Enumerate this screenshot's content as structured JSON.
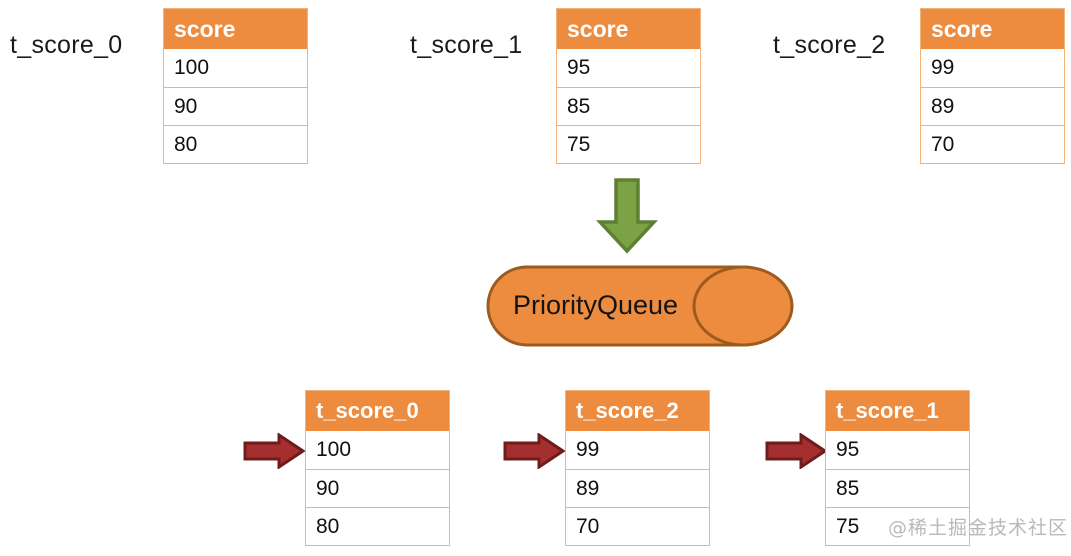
{
  "diagram": {
    "title": "PriorityQueue merge of score tables",
    "colors": {
      "table_header_orange": "#ED8B3F",
      "table_border_orange": "#F2B27C",
      "cylinder_fill": "#ED8B3F",
      "cylinder_stroke": "#9C5C1E",
      "green_arrow_fill": "#7BA245",
      "green_arrow_stroke": "#5F8034",
      "red_arrow_fill": "#A52F2F",
      "red_arrow_stroke": "#6E1C1C",
      "background": "#FFFFFF",
      "text": "#1A1A1A",
      "watermark": "#B9B9B9"
    }
  },
  "input_tables": [
    {
      "side_label": "t_score_0",
      "header": "score",
      "rows": [
        "100",
        "90",
        "80"
      ]
    },
    {
      "side_label": "t_score_1",
      "header": "score",
      "rows": [
        "95",
        "85",
        "75"
      ]
    },
    {
      "side_label": "t_score_2",
      "header": "score",
      "rows": [
        "99",
        "89",
        "70"
      ]
    }
  ],
  "queue": {
    "label": "PriorityQueue",
    "shape": "cylinder"
  },
  "flow_arrow": {
    "icon": "arrow-down-icon",
    "direction": "down",
    "color": "#7BA245"
  },
  "output_tables": [
    {
      "header": "t_score_0",
      "rows": [
        "100",
        "90",
        "80"
      ],
      "arrow_icon": "arrow-right-icon"
    },
    {
      "header": "t_score_2",
      "rows": [
        "99",
        "89",
        "70"
      ],
      "arrow_icon": "arrow-right-icon"
    },
    {
      "header": "t_score_1",
      "rows": [
        "95",
        "85",
        "75"
      ],
      "arrow_icon": "arrow-right-icon"
    }
  ],
  "watermark": {
    "text": "@稀土掘金技术社区"
  }
}
